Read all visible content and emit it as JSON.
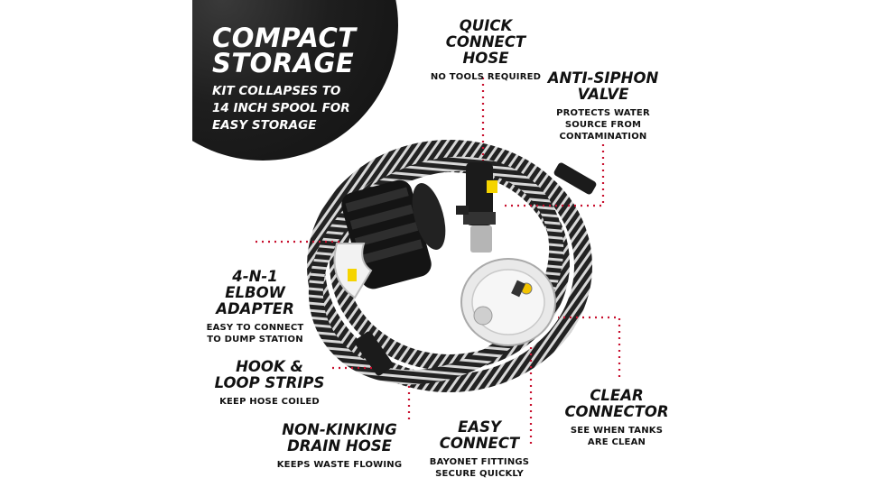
{
  "accent_color": "#c8102e",
  "corner": {
    "title": "COMPACT\nSTORAGE",
    "subtitle": "KIT COLLAPSES TO\n14 INCH SPOOL FOR\nEASY STORAGE"
  },
  "features": [
    {
      "title": "QUICK\nCONNECT HOSE",
      "subtitle": "NO TOOLS REQUIRED"
    },
    {
      "title": "ANTI-SIPHON\nVALVE",
      "subtitle": "PROTECTS WATER\nSOURCE FROM\nCONTAMINATION"
    },
    {
      "title": "4-N-1\nELBOW\nADAPTER",
      "subtitle": "EASY TO CONNECT\nTO DUMP STATION"
    },
    {
      "title": "HOOK &\nLOOP STRIPS",
      "subtitle": "KEEP HOSE COILED"
    },
    {
      "title": "CLEAR\nCONNECTOR",
      "subtitle": "SEE WHEN TANKS\nARE CLEAN"
    },
    {
      "title": "NON-KINKING\nDRAIN HOSE",
      "subtitle": "KEEPS WASTE FLOWING"
    },
    {
      "title": "EASY\nCONNECT",
      "subtitle": "BAYONET FITTINGS\nSECURE QUICKLY"
    }
  ]
}
